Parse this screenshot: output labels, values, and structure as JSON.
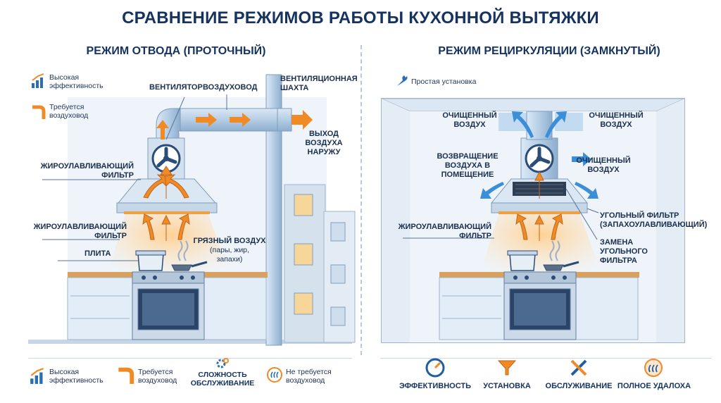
{
  "title": "СРАВНЕНИЕ РЕЖИМОВ РАБОТЫ КУХОННОЙ ВЫТЯЖКИ",
  "left": {
    "heading": "РЕЖИМ ОТВОДА (ПРОТОЧНЫЙ)",
    "notes": [
      {
        "icon": "bar-chart-icon",
        "text_lines": [
          "Высокая",
          "эффективность"
        ]
      },
      {
        "icon": "duct-pipe-icon",
        "text_lines": [
          "Требуется",
          "воздуховод"
        ]
      }
    ],
    "labels": {
      "fan": "ВЕНТИЛЯТОР",
      "duct": "ВОЗДУХОВОД",
      "shaft_lines": [
        "ВЕНТИЛЯЦИОННАЯ",
        "ШАХТА"
      ],
      "exit_lines": [
        "ВЫХОД",
        "ВОЗДУХА",
        "НАРУЖУ"
      ],
      "grease_filter_top_lines": [
        "ЖИРОУЛАВЛИВАЮЩИЙ",
        "ФИЛЬТР"
      ],
      "grease_filter_bottom_lines": [
        "ЖИРОУЛАВЛИВАЮЩИЙ",
        "ФИЛЬТР"
      ],
      "dirty_air": "ГРЯЗНЫЙ ВОЗДУХ",
      "dirty_air_detail_lines": [
        "(пары, жир,",
        "запахи)"
      ],
      "stove": "ПЛИТА"
    }
  },
  "right": {
    "heading": "РЕЖИМ РЕЦИРКУЛЯЦИИ (ЗАМКНУТЫЙ)",
    "notes": [
      {
        "icon": "wrench-icon",
        "text_lines": [
          "Простая установка"
        ]
      }
    ],
    "labels": {
      "clean_left_lines": [
        "ОЧИЩЕННЫЙ",
        "ВОЗДУХ"
      ],
      "clean_right_lines": [
        "ОЧИЩЕННЫЙ",
        "ВОЗДУХ"
      ],
      "clean_side_lines": [
        "ОЧИЩЕННЫЙ",
        "ВОЗДУХ"
      ],
      "return_lines": [
        "ВОЗВРАЩЕНИЕ",
        "ВОЗДУХА В",
        "ПОМЕЩЕНИЕ"
      ],
      "carbon_filter_lines": [
        "УГОЛЬНЫЙ ФИЛЬТР",
        "(ЗАПАХОУЛАВЛИВАЮЩИЙ)"
      ],
      "grease_filter_lines": [
        "ЖИРОУЛАВЛИВАЮЩИЙ",
        "ФИЛЬТР"
      ],
      "replace_lines": [
        "ЗАМЕНА",
        "УГОЛЬНОГО",
        "ФИЛЬТРА"
      ]
    }
  },
  "legend_left": [
    {
      "icon": "bar-chart-icon",
      "text_lines": [
        "Высокая",
        "эффективность"
      ]
    },
    {
      "icon": "duct-pipe-icon",
      "text_lines": [
        "Требуется",
        "воздуховод"
      ]
    },
    {
      "icon": "gears-icon",
      "text_lines": [
        "СЛОЖНОСТЬ",
        "ОБСЛУЖИВАНИЕ"
      ]
    },
    {
      "icon": "no-duct-icon",
      "text_lines": [
        "Не требуется",
        "воздуховод"
      ]
    }
  ],
  "legend_right": [
    {
      "icon": "gauge-icon",
      "label": "ЭФФЕКТИВНОСТЬ"
    },
    {
      "icon": "funnel-icon",
      "label": "УСТАНОВКА"
    },
    {
      "icon": "tools-icon",
      "label": "ОБСЛУЖИВАНИЕ"
    },
    {
      "icon": "smell-icon",
      "label": "ПОЛНОЕ УДАЛОХА"
    }
  ],
  "colors": {
    "navy": "#15335e",
    "accent_orange": "#f08a24",
    "duct_blue": "#b7cfe6",
    "wall_light": "#eaf2fa",
    "cabinet": "#dfeaf5",
    "counter": "#d9a15d"
  }
}
